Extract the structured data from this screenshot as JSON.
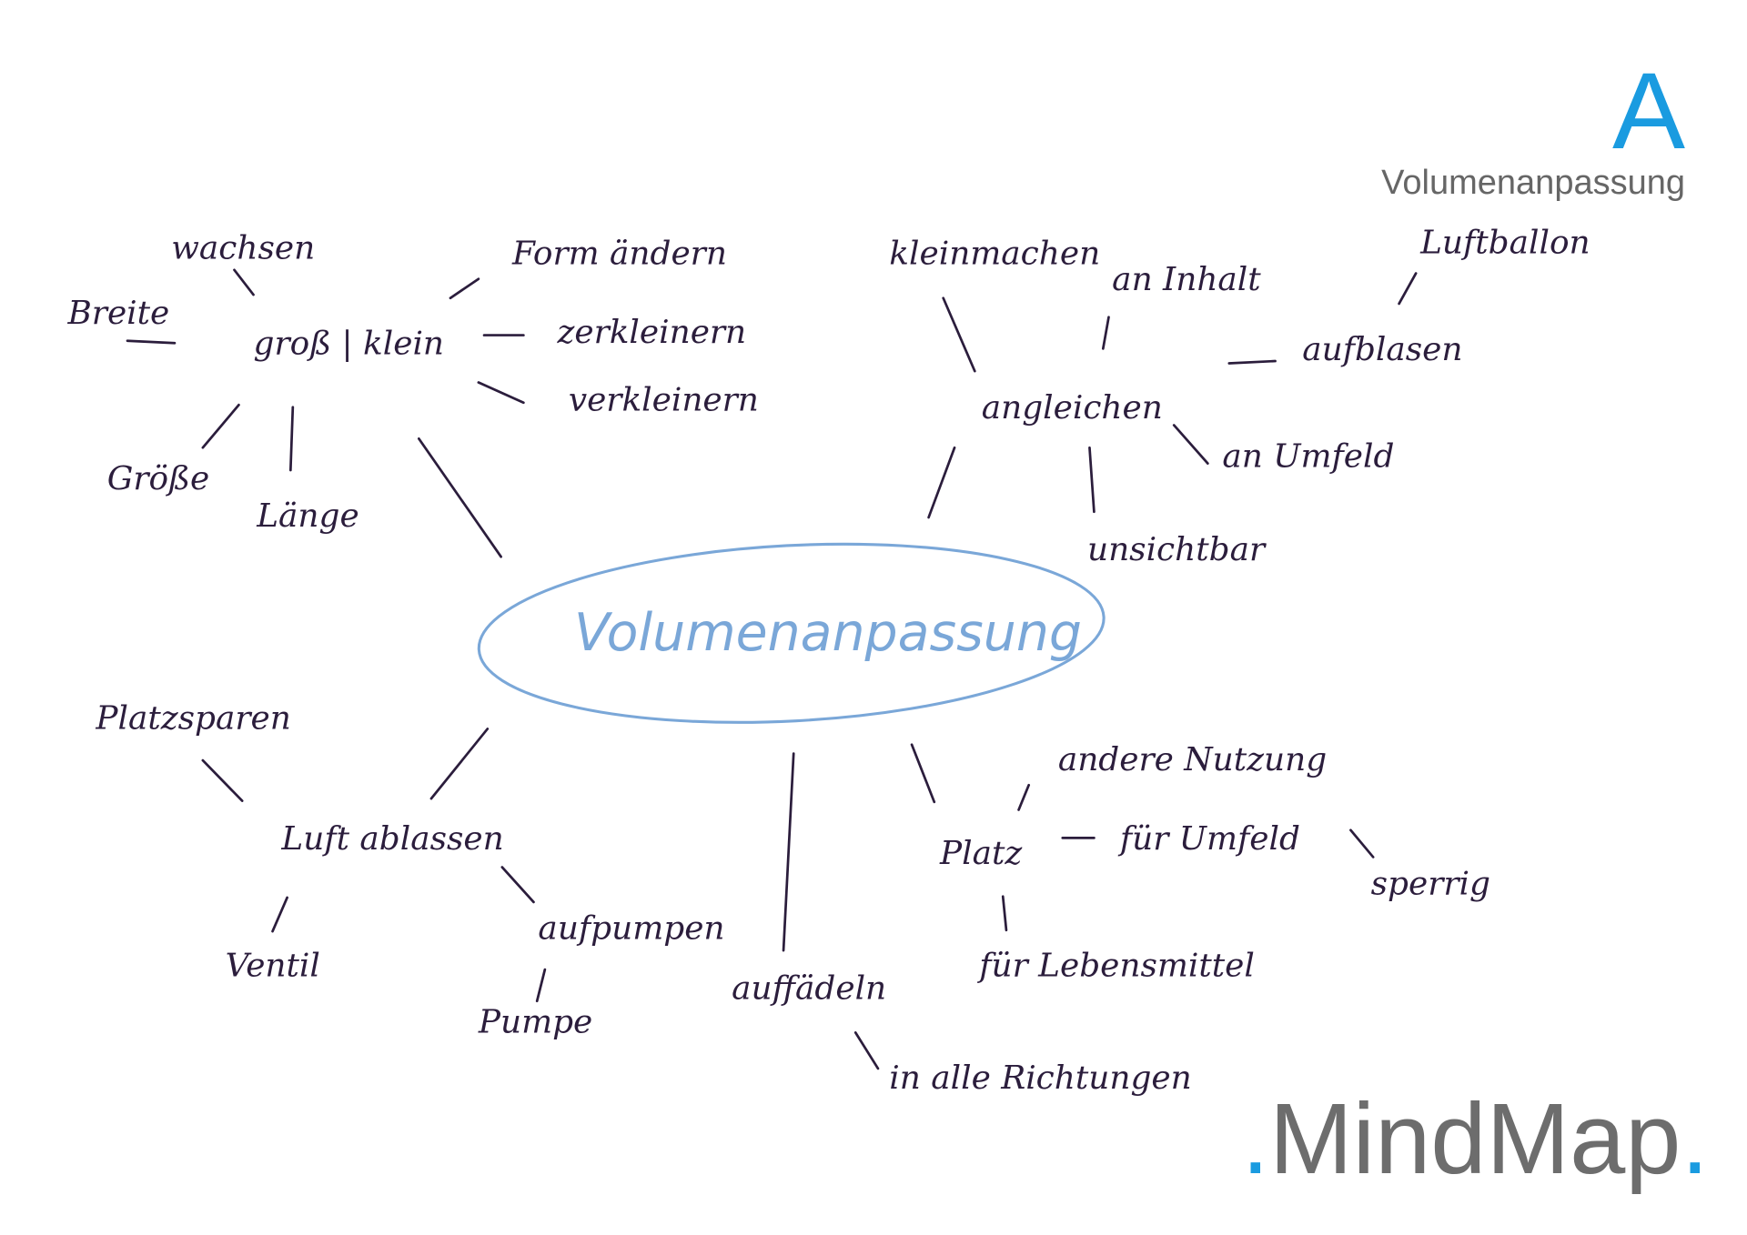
{
  "header": {
    "letter": "A",
    "title": "Volumenanpassung"
  },
  "brand": {
    "dot_left": ".",
    "name": "MindMap",
    "dot_right": "."
  },
  "center": "Volumenanpassung",
  "nodes": {
    "wachsen": "wachsen",
    "breite": "Breite",
    "gross_klein": "groß | klein",
    "form_aendern": "Form ändern",
    "zerkleinern": "zerkleinern",
    "verkleinern": "verkleinern",
    "groesse": "Größe",
    "laenge": "Länge",
    "kleinmachen": "kleinmachen",
    "an_inhalt": "an Inhalt",
    "luftballon": "Luftballon",
    "angleichen": "angleichen",
    "aufblasen": "aufblasen",
    "an_umfeld": "an Umfeld",
    "unsichtbar": "unsichtbar",
    "platzsparen": "Platzsparen",
    "luft_ablassen": "Luft ablassen",
    "ventil": "Ventil",
    "aufpumpen": "aufpumpen",
    "pumpe": "Pumpe",
    "auffaedeln": "auffädeln",
    "in_alle_richtungen": "in alle Richtungen",
    "andere_nutzung": "andere Nutzung",
    "platz": "Platz",
    "fuer_umfeld": "für Umfeld",
    "sperrig": "sperrig",
    "fuer_lebensmittel": "für Lebensmittel"
  },
  "colors": {
    "accent": "#1a9be0",
    "ink": "#2b1d3c",
    "center": "#7aa7d8",
    "gray": "#6d6d6d"
  }
}
